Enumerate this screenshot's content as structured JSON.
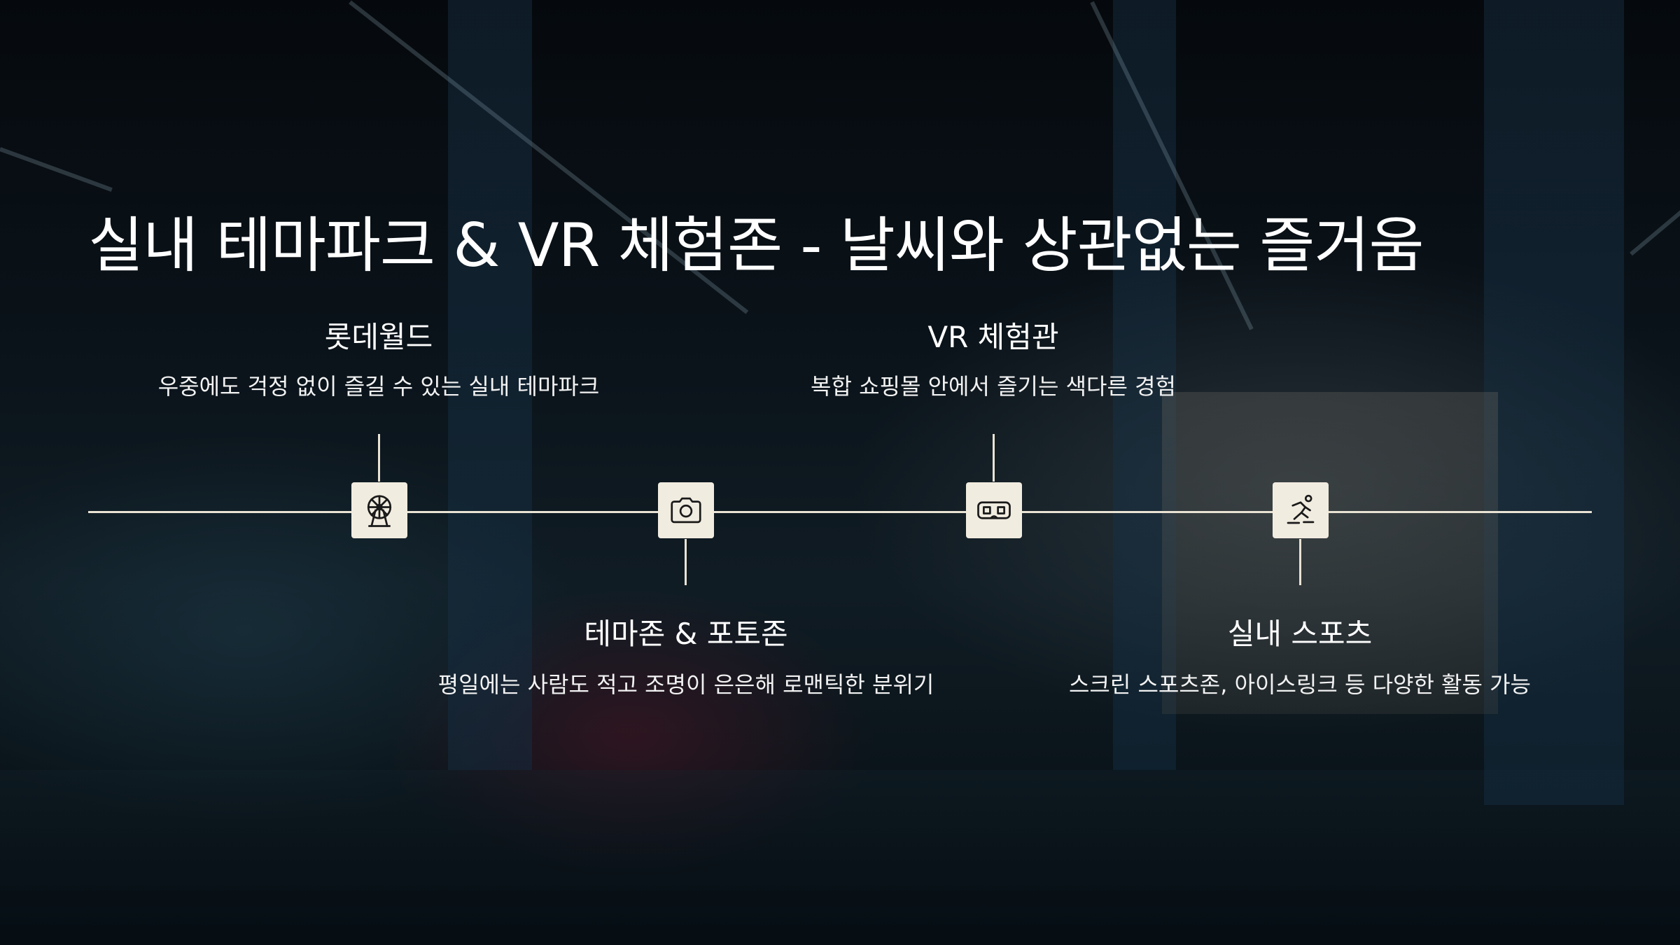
{
  "title": "실내 테마파크 & VR 체험존 - 날씨와 상관없는 즐거움",
  "colors": {
    "accent": "#e9e3d4",
    "icon_bg": "#f1ece0",
    "icon_fg": "#1a1a1a",
    "text": "#ffffff"
  },
  "milestones": [
    {
      "title": "롯데월드",
      "description": "우중에도 걱정 없이 즐길 수 있는 실내 테마파크",
      "icon": "ferris-wheel-icon"
    },
    {
      "title": "테마존 & 포토존",
      "description": "평일에는 사람도 적고 조명이 은은해 로맨틱한 분위기",
      "icon": "camera-icon"
    },
    {
      "title": "VR 체험관",
      "description": "복합 쇼핑몰 안에서 즐기는 색다른 경험",
      "icon": "vr-headset-icon"
    },
    {
      "title": "실내 스포츠",
      "description": "스크린 스포츠존, 아이스링크 등 다양한 활동 가능",
      "icon": "ice-skating-icon"
    }
  ]
}
